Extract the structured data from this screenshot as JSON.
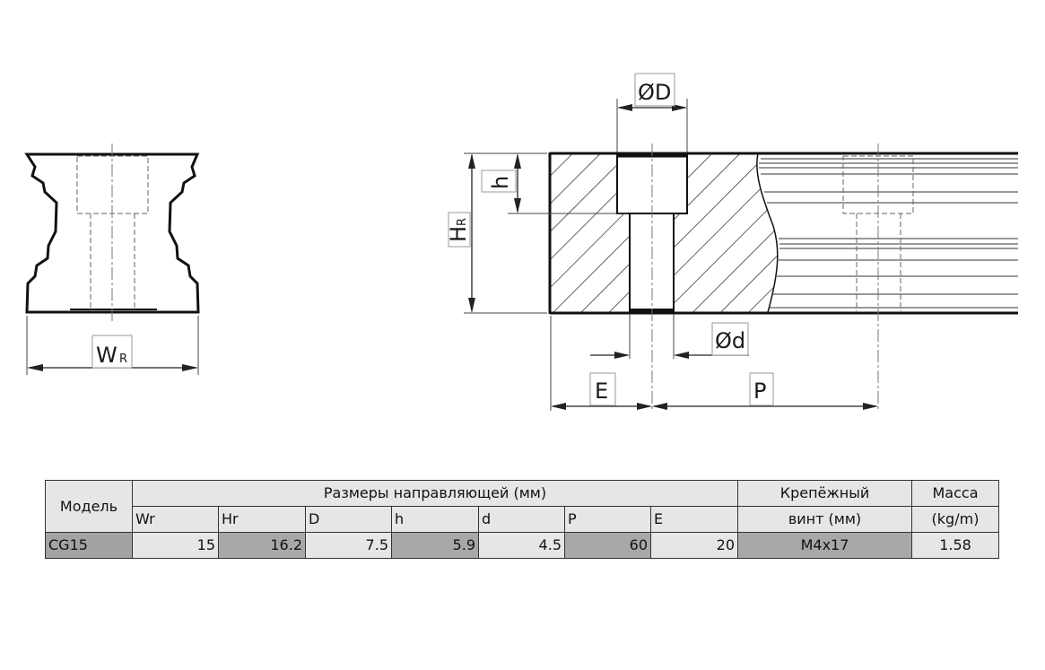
{
  "drawing": {
    "labels": {
      "wr_main": "W",
      "wr_sub": "R",
      "hr_main": "H",
      "hr_sub": "R",
      "h": "h",
      "bore_d": "ØD",
      "hole_d": "Ød",
      "e": "E",
      "p": "P"
    }
  },
  "table": {
    "model_header": "Модель",
    "group_header": "Размеры направляющей (мм)",
    "screw_header_line1": "Крепёжный",
    "screw_header_line2": "винт (мм)",
    "mass_header_line1": "Масса",
    "mass_header_line2": "(kg/m)",
    "columns": [
      "Wr",
      "Hr",
      "D",
      "h",
      "d",
      "P",
      "E"
    ],
    "rows": [
      {
        "model": "CG15",
        "values": [
          "15",
          "16.2",
          "7.5",
          "5.9",
          "4.5",
          "60",
          "20"
        ],
        "screw": "M4x17",
        "mass": "1.58"
      }
    ]
  }
}
